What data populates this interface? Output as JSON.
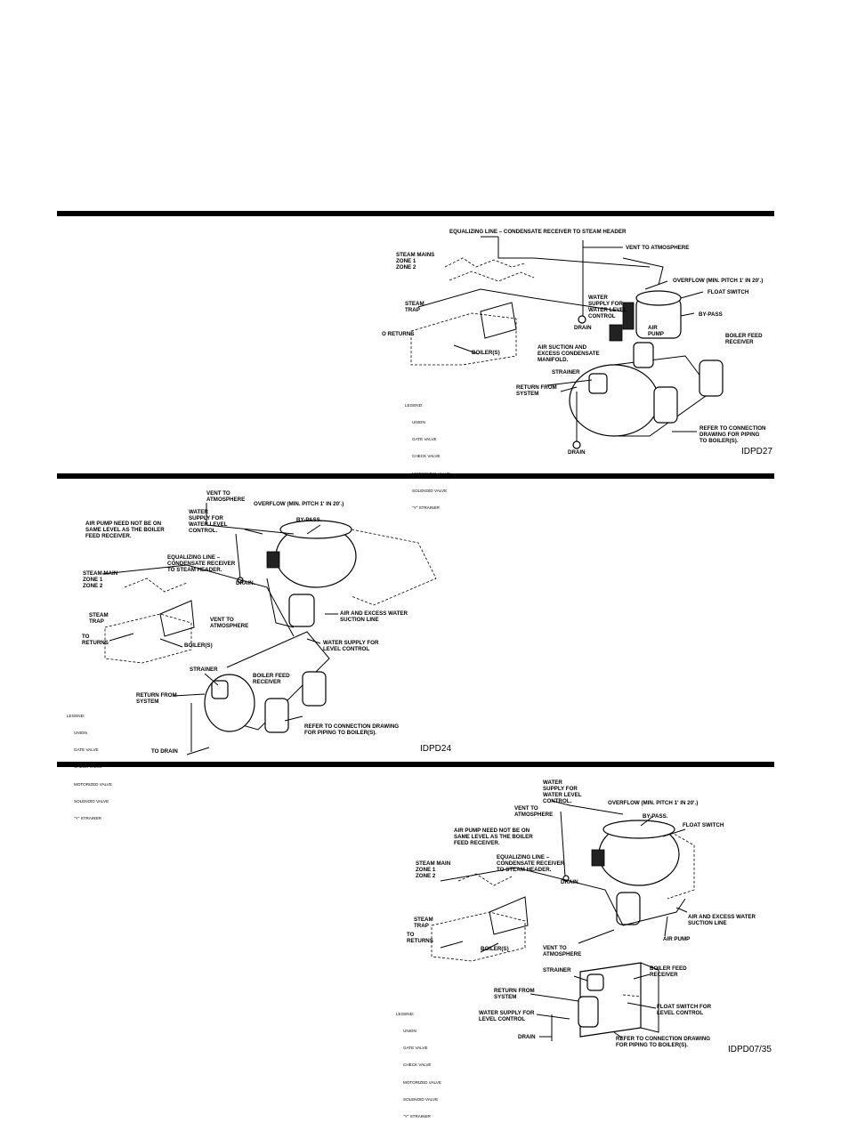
{
  "diagrams": [
    {
      "id": "IDPD27",
      "code": "IDPD27",
      "labels": {
        "equalizing": "EQUALIZING LINE – CONDENSATE RECEIVER TO STEAM HEADER",
        "vent": "VENT TO ATMOSPHERE",
        "steam_mains": "STEAM MAINS\nZONE 1\nZONE 2",
        "overflow": "OVERFLOW (MIN. PITCH 1' in 20'.)",
        "float_switch": "FLOAT SWITCH",
        "water_supply": "WATER\nSUPPLY FOR\nWATER LEVEL\nCONTROL",
        "by_pass": "BY-PASS",
        "steam_trap": "STEAM\nTRAP",
        "returns": "O RETURNS",
        "drain_top": "DRAIN",
        "air_pump": "AIR\nPUMP",
        "boiler_feed_receiver": "BOILER FEED\nRECEIVER",
        "air_suction": "AIR SUCTION AND\nEXCESS CONDENSATE\nMANIFOLD.",
        "boilers": "BOILER(S)",
        "strainer": "STRAINER",
        "return_from": "RETURN FROM\nSYSTEM",
        "refer": "REFER TO CONNECTION\nDRAWING FOR PIPING\nTO BOILER(S).",
        "drain_bottom": "DRAIN"
      },
      "legend": {
        "title": "LEGEND:",
        "items": [
          "UNION",
          "GATE VALVE",
          "CHECK VALVE",
          "MOTORIZED VALVE",
          "SOLENOID VALVE",
          "\"Y\" STRAINER"
        ]
      }
    },
    {
      "id": "IDPD24",
      "code": "IDPD24",
      "labels": {
        "vent_top": "VENT TO\nATMOSPHERE",
        "overflow": "OVERFLOW (MIN. PITCH 1' in 20'.)",
        "water_supply": "WATER\nSUPPLY FOR\nWATER LEVEL\nCONTROL.",
        "air_pump_note": "AIR PUMP NEED NOT BE ON\nSAME LEVEL AS THE BOILER\nFEED RECEIVER.",
        "by_pass": "BY-PASS.",
        "equalizing": "EQUALIZING LINE –\nCONDENSATE RECEIVER\nTO STEAM HEADER.",
        "steam_main": "STEAM MAIN\nZONE 1\nZONE 2",
        "drain": "DRAIN.",
        "steam_trap": "STEAM\nTRAP",
        "vent_mid": "VENT TO\nATMOSPHERE",
        "air_excess": "AIR AND EXCESS WATER\nSUCTION LINE",
        "to_returns": "TO\nRETURNS",
        "boilers": "BOILER(S)",
        "water_supply_level": "WATER SUPPLY FOR\nLEVEL CONTROL",
        "strainer": "STRAINER",
        "boiler_feed_receiver": "BOILER FEED\nRECEIVER",
        "return_from": "RETURN FROM\nSYSTEM",
        "refer": "REFER TO CONNECTION DRAWING\nFOR PIPING TO BOILER(S).",
        "to_drain": "TO DRAIN"
      },
      "legend": {
        "title": "LEGEND:",
        "items": [
          "UNION",
          "GATE VALVE",
          "CHECK VALVE",
          "MOTORIZED VALVE",
          "SOLENOID VALVE",
          "\"Y\" STRAINER"
        ]
      }
    },
    {
      "id": "IDPD07/35",
      "code": "IDPD07/35",
      "labels": {
        "water_supply": "WATER\nSUPPLY FOR\nWATER LEVEL\nCONTROL.",
        "vent_top": "VENT TO\nATMOSPHERE",
        "overflow": "OVERFLOW (MIN. PITCH 1' in 20'.)",
        "by_pass": "BY-PASS.",
        "float_switch": "FLOAT SWITCH",
        "air_pump_note": "AIR PUMP NEED NOT BE ON\nSAME LEVEL AS THE BOILER\nFEED RECEIVER.",
        "equalizing": "EQUALIZING LINE –\nCONDENSATE RECEIVER\nTO STEAM HEADER.",
        "steam_main": "STEAM MAIN\nZONE 1\nZONE 2",
        "drain": "DRAIN.",
        "air_excess": "AIR AND EXCESS WATER\nSUCTION LINE",
        "steam_trap": "STEAM\nTRAP",
        "to_returns": "TO\nRETURNS",
        "boilers": "BOILER(S)",
        "air_pump": "AIR PUMP",
        "vent_mid": "VENT TO\nATMOSPHERE",
        "strainer": "STRAINER",
        "boiler_feed_receiver": "BOILER FEED\nRECEIVER",
        "return_from": "RETURN FROM\nSYSTEM",
        "water_supply_level": "WATER SUPPLY FOR\nLEVEL CONTROL",
        "float_switch_level": "FLOAT SWITCH FOR\nLEVEL CONTROL",
        "drain_bottom": "DRAIN",
        "refer": "REFER TO CONNECTION DRAWING\nFOR PIPING TO BOILER(S)."
      },
      "legend": {
        "title": "LEGEND:",
        "items": [
          "UNION",
          "GATE VALVE",
          "CHECK VALVE",
          "MOTORIZED VALVE",
          "SOLENOID VALVE",
          "\"Y\" STRAINER"
        ]
      }
    }
  ]
}
